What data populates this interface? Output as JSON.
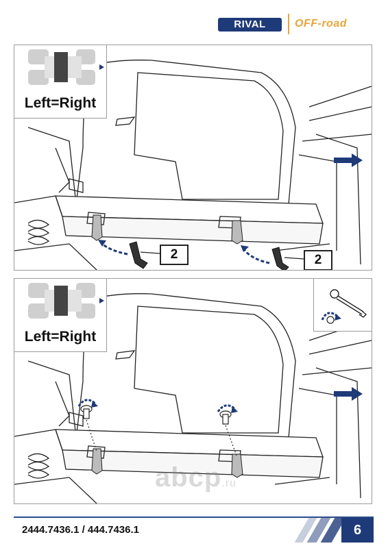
{
  "header": {
    "brand": "RIVAL",
    "sub_brand": "OFF-road",
    "brand_color": "#1f3a78",
    "sub_brand_color": "#e8a53a"
  },
  "panels": [
    {
      "label": "Left=Right",
      "callouts": [
        "2",
        "2"
      ]
    },
    {
      "label": "Left=Right",
      "watermark_text": "abcp",
      "watermark_suffix": ".ru"
    }
  ],
  "footer": {
    "part_numbers": "2444.7436.1 / 444.7436.1",
    "page_number": "6"
  },
  "colors": {
    "arrow_blue": "#1f3a78",
    "line": "#222222"
  }
}
